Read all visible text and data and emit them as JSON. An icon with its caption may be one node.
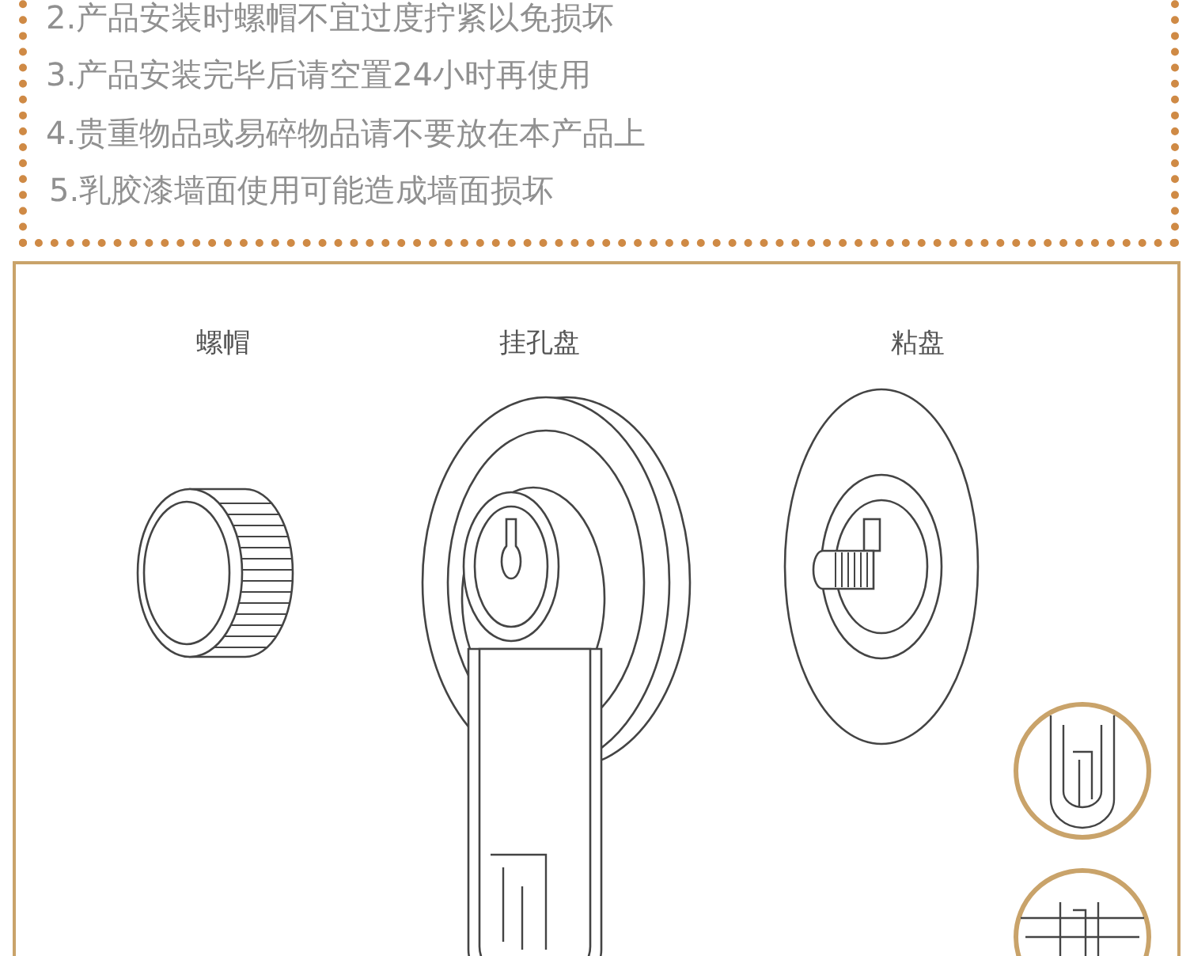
{
  "diagram": {
    "nodes": [
      {
        "text": [
          "2.产品安装时螺帽不宜过度拧紧以免损坏",
          "3.产品安装完毕后请空置24小时再使用",
          "4.贵重物品或易碎物品请不要放在本产品上",
          "5.乳胶漆墙面使用可能造成墙面损坏"
        ]
      },
      {
        "text": [
          "螺帽",
          "挂孔盘",
          "粘盘"
        ]
      }
    ]
  }
}
